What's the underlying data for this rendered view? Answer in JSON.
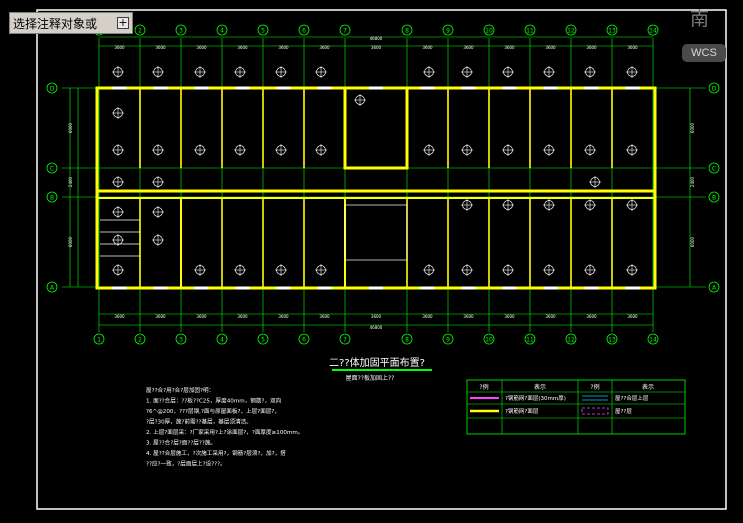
{
  "toolbar": {
    "annotation_select": "选择注释对象或",
    "expand_button": "+"
  },
  "viewcube": {
    "compass": "南",
    "wcs": "WCS"
  },
  "drawing": {
    "axis_numbers": [
      "1",
      "2",
      "3",
      "4",
      "5",
      "6",
      "7",
      "8",
      "9",
      "10",
      "11",
      "12",
      "13",
      "14"
    ],
    "axis_letters": [
      "D",
      "C",
      "B",
      "A"
    ],
    "top_dims": [
      "3600",
      "3600",
      "3600",
      "3600",
      "3600",
      "3600",
      "3600",
      "3600",
      "3600",
      "3600",
      "3600",
      "3600",
      "3600"
    ],
    "total_dim": "46800",
    "left_dims": [
      "6000",
      "2400",
      "6000"
    ],
    "title": "二??体加固平面布置?",
    "subtitle": "屋面??板加固上??",
    "notes": [
      "屋??合?用?合?层加固?明：",
      "1.  面??合层：??板??C25，厚度40mm，钢筋?，双向",
      "    ?6^@200，???层钢,?面与原屋面板?，上层?面层?，",
      "    ?层?30厚，施?前需??基层，基层须清洁。",
      "2.  上层?面层采：?厂家采用?上?涂面层?，?面厚度≥100mm。",
      "3.  屋??合?层?面??层??施。",
      "4.  屋??合层施工，?次施工采用?，钢筋?层须?，加?，搭",
      "    ??应?一致，?层面层上?设???。"
    ],
    "legend": {
      "h1": "?例",
      "h2": "表示",
      "h3": "?例",
      "h4": "表示",
      "r1c2": "?钢筋网?面层(30mm厚)",
      "r1c4": "屋??合层上层",
      "r2c2": "?钢筋网?面层",
      "r2c4": "屋??层"
    }
  }
}
